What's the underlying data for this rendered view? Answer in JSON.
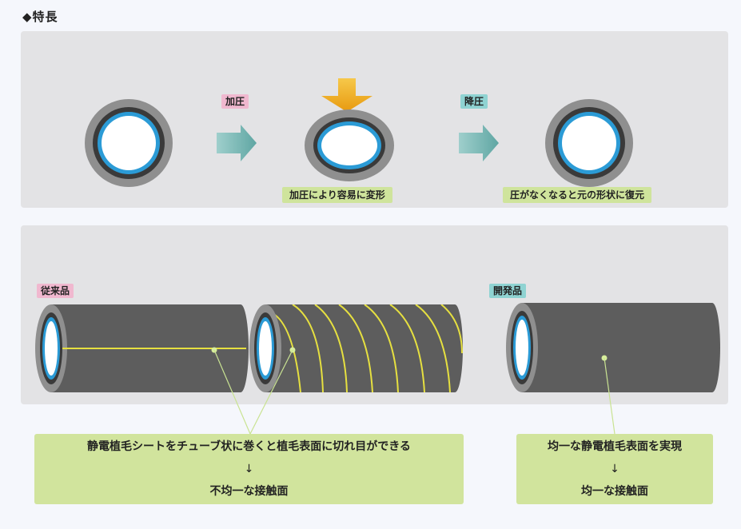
{
  "heading": "◆特長",
  "top_panel": {
    "tag_press": "加圧",
    "tag_release": "降圧",
    "caption_press": "加圧により容易に変形",
    "caption_release": "圧がなくなると元の形状に復元"
  },
  "bottom_panel": {
    "tag_conventional": "従来品",
    "tag_developed": "開発品"
  },
  "notes": {
    "conventional": {
      "line1": "静電植毛シートをチューブ状に巻くと植毛表面に切れ目ができる",
      "arrow": "↓",
      "line2": "不均一な接触面"
    },
    "developed": {
      "line1": "均一な静電植毛表面を実現",
      "arrow": "↓",
      "line2": "均一な接触面"
    }
  },
  "colors": {
    "outer_ring": "#8f8f8f",
    "dark_ring": "#3a3a3a",
    "blue_ring": "#2b9bd6",
    "tube_body": "#5d5d5d",
    "seam_yellow": "#e6e040",
    "press_arrow": "#f2b01e",
    "flow_arrow": "#7ab8b5"
  }
}
